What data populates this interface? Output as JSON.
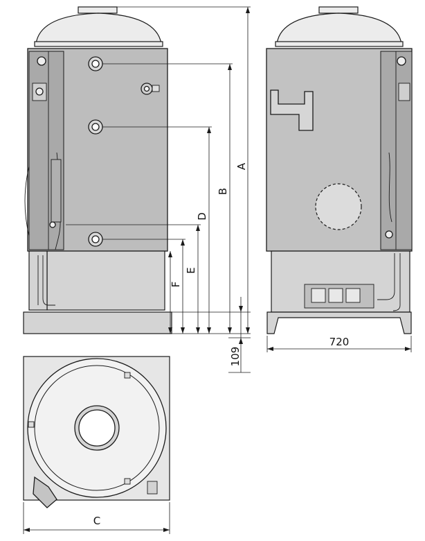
{
  "dimension_labels": {
    "a": "A",
    "b": "B",
    "c": "C",
    "d": "D",
    "e": "E",
    "f": "F",
    "base_height": "109",
    "width": "720"
  },
  "colors": {
    "line": "#1a1a1a",
    "body_fill": "#bdbdbd",
    "background": "#ffffff"
  }
}
